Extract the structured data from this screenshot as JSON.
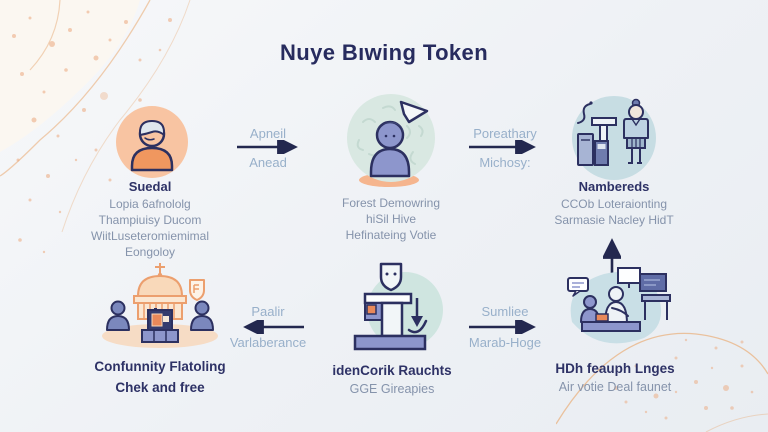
{
  "title": "Nuye Bıwing Token",
  "colors": {
    "navy": "#272b5e",
    "desc_text": "#8593ab",
    "arrow_label": "#98b0ca",
    "arrow_stroke": "#23284f",
    "orange": "#f0975f",
    "peach_circle": "#f8c4a2",
    "purple": "#8d96cc",
    "teal_circle": "#d9e8e2",
    "blue_circle": "#c7dde3"
  },
  "nodes": {
    "voter_profile": {
      "icon": "person-orange-icon",
      "title": "Suedal",
      "lines": [
        "Lopia 6afnololg",
        "Thampiuisy Ducom",
        "WiitLuseteromiemimal",
        "Eongoloy"
      ]
    },
    "token_holder": {
      "icon": "person-paper-plane-icon",
      "lines": [
        "Forest Demowring",
        "hiSil Hive",
        "Hefinateing Votie"
      ]
    },
    "registration": {
      "icon": "voting-station-icon",
      "title": "Nambereds",
      "lines": [
        "CCOb Loteraionting",
        "Sarmasie Nacley HidT"
      ]
    },
    "community": {
      "icon": "community-building-icon",
      "title_lines": [
        "Confunnity Flatoling",
        "Chek and free"
      ]
    },
    "ballot": {
      "icon": "ballot-machine-icon",
      "title": "idenCorik Rauchts",
      "lines": [
        "GGE Gireapies"
      ]
    },
    "results": {
      "icon": "results-desk-icon",
      "title": "HDh feauph Lnges",
      "lines": [
        "Air votie Deal faunet"
      ]
    }
  },
  "arrows": {
    "a1": {
      "label_top": "Apneil",
      "label_bottom": "Anead",
      "direction": "right"
    },
    "a2": {
      "label_top": "Poreathary",
      "label_bottom": "Michosy:",
      "direction": "right"
    },
    "a3": {
      "label_top": "Paalir",
      "label_bottom": "Varlaberance",
      "direction": "left"
    },
    "a4": {
      "label_top": "Sumliee",
      "label_bottom": "Marab-Hoge",
      "direction": "right"
    },
    "a5": {
      "direction": "up"
    }
  }
}
